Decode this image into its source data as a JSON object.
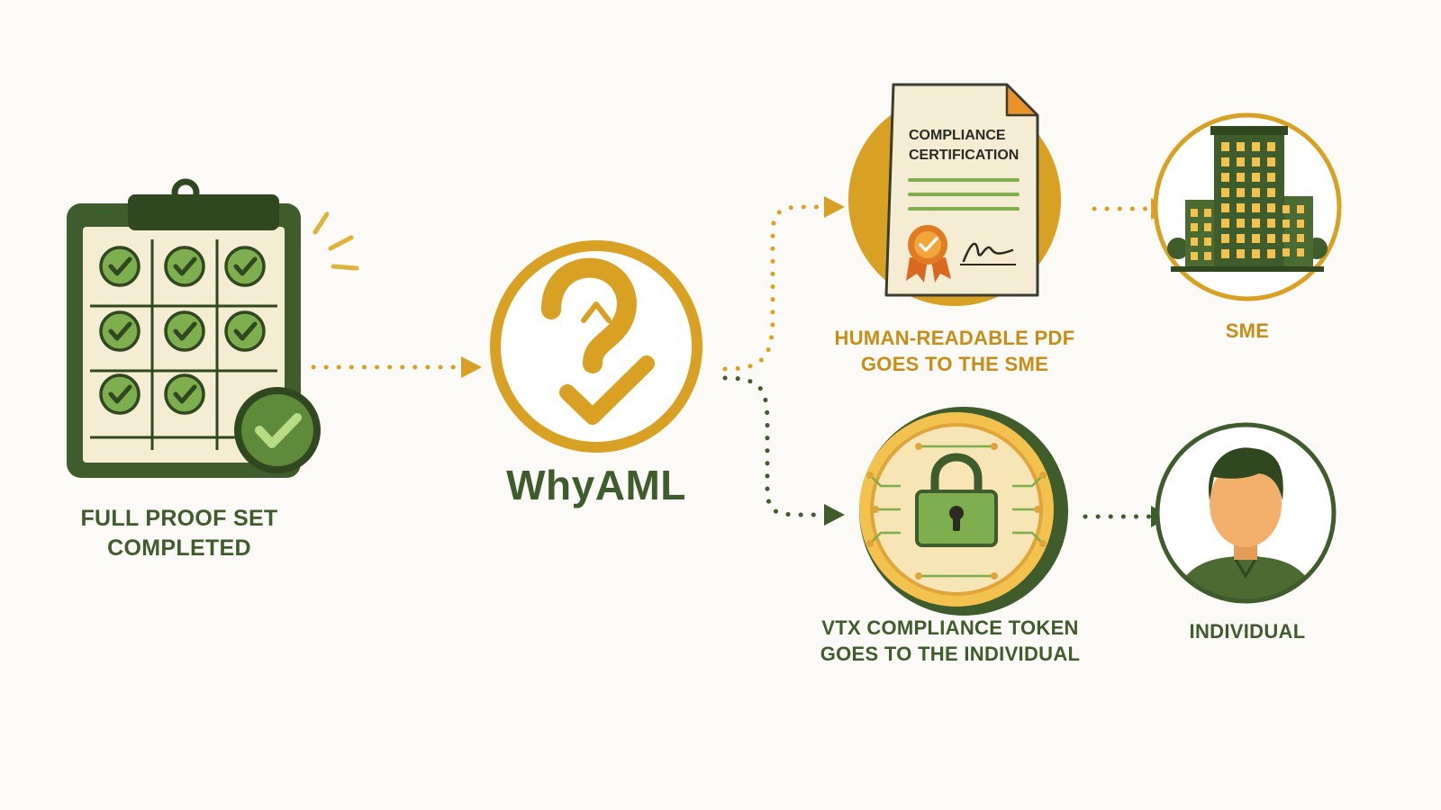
{
  "colors": {
    "green_dark": "#3f5c2c",
    "green_mid": "#5e8a3a",
    "green_light": "#7fae4e",
    "gold": "#d9a124",
    "gold_dark": "#c78d17",
    "cream": "#f5ecd4",
    "skin": "#f3b06c"
  },
  "nodes": {
    "proof_set": {
      "icon": "checklist-clipboard-icon",
      "label_line1": "FULL PROOF SET",
      "label_line2": "COMPLETED"
    },
    "whyaml": {
      "icon": "whyaml-logo-icon",
      "label": "WhyAML"
    },
    "pdf": {
      "icon": "certificate-document-icon",
      "doc_title_line1": "COMPLIANCE",
      "doc_title_line2": "CERTIFICATION",
      "label_line1": "HUMAN-READABLE PDF",
      "label_line2": "GOES TO THE SME"
    },
    "sme": {
      "icon": "office-building-icon",
      "label": "SME"
    },
    "token": {
      "icon": "lock-token-icon",
      "label_line1": "VTX COMPLIANCE TOKEN",
      "label_line2": "GOES TO THE INDIVIDUAL"
    },
    "individual": {
      "icon": "person-avatar-icon",
      "label": "INDIVIDUAL"
    }
  }
}
